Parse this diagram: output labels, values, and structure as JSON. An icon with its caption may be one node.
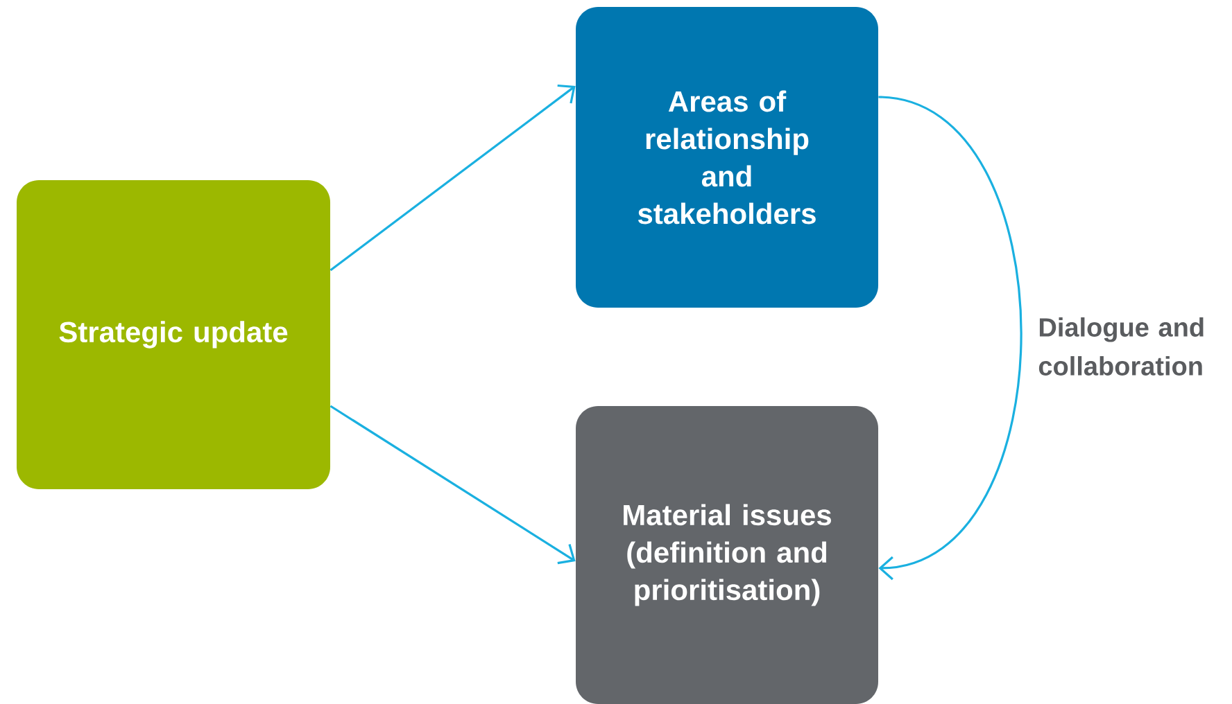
{
  "diagram": {
    "nodes": [
      {
        "text": [
          "Strategic update"
        ]
      },
      {
        "text": [
          "Areas of relationship and stakeholders"
        ]
      },
      {
        "text": [
          "Material issues (definition and prioritisation)"
        ]
      }
    ],
    "edges": [
      {
        "from": 0,
        "to": 1,
        "arrow": "to"
      },
      {
        "from": 0,
        "to": 2,
        "arrow": "to"
      },
      {
        "from": 1,
        "to": 2,
        "arrow": "to",
        "label": "Dialogue and collaboration"
      }
    ]
  }
}
